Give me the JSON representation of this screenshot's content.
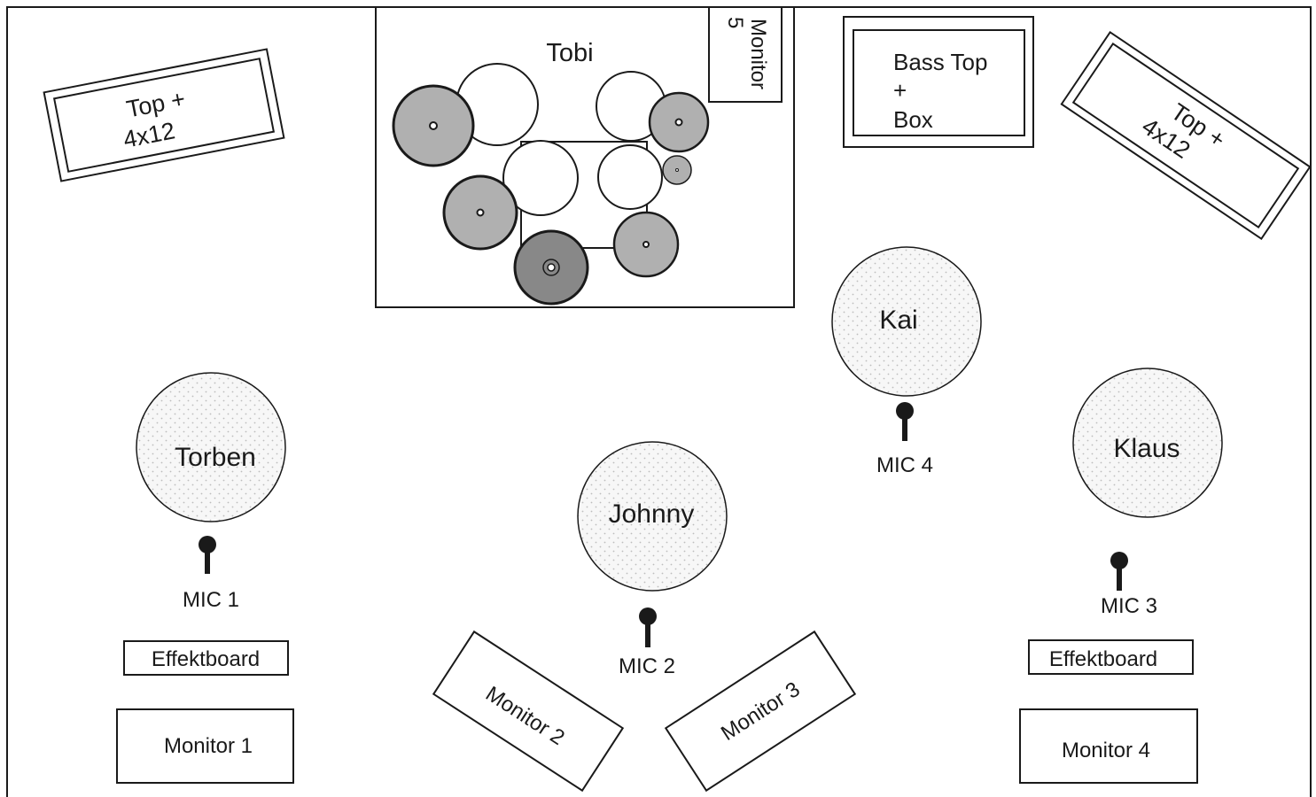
{
  "drummer": {
    "name": "Tobi"
  },
  "monitor5": {
    "line1": "Monitor",
    "line2": "5"
  },
  "bass_amp": {
    "line1": "Bass Top",
    "line2": "+",
    "line3": "Box"
  },
  "guitar_amp_left": {
    "line1": "Top +",
    "line2": "4x12"
  },
  "guitar_amp_right": {
    "line1": "Top +",
    "line2": "4x12"
  },
  "musicians": {
    "torben": "Torben",
    "johnny": "Johnny",
    "kai": "Kai",
    "klaus": "Klaus"
  },
  "mics": {
    "mic1": "MIC 1",
    "mic2": "MIC 2",
    "mic3": "MIC 3",
    "mic4": "MIC 4"
  },
  "effektboards": {
    "left": "Effektboard",
    "right": "Effektboard"
  },
  "monitors": {
    "m1": "Monitor 1",
    "m2": "Monitor 2",
    "m3": "Monitor 3",
    "m4": "Monitor 4"
  },
  "colors": {
    "outline": "#1a1a1a",
    "drum_shell": "#ffffff",
    "cymbal": "#b0b0b0",
    "kick": "#888888",
    "person_fill": "#f7f7f7",
    "person_dots": "#bdbdbd"
  }
}
